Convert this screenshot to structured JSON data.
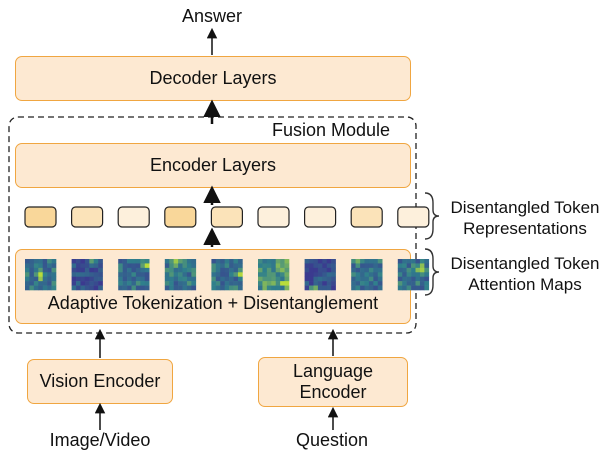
{
  "labels": {
    "answer": "Answer",
    "decoder_layers": "Decoder Layers",
    "fusion_module": "Fusion Module",
    "encoder_layers": "Encoder Layers",
    "token_representations": "Disentangled Token\nRepresentations",
    "attention_maps": "Disentangled Token\nAttention Maps",
    "adaptive_tokenization": "Adaptive Tokenization + Disentanglement",
    "vision_encoder": "Vision Encoder",
    "language_encoder": "Language\nEncoder",
    "image_video": "Image/Video",
    "question": "Question"
  },
  "colors": {
    "box_fill": "#fde9d2",
    "box_border": "#f0a641",
    "token_dark": "#f9d79a",
    "token_mid": "#fbe3b9",
    "token_light": "#fdf0dc",
    "map_low": "#3b3a8f",
    "map_mid": "#2f7f8c",
    "map_high": "#b9dc3a"
  },
  "tokens": [
    {
      "shade": "dark"
    },
    {
      "shade": "mid"
    },
    {
      "shade": "light"
    },
    {
      "shade": "dark"
    },
    {
      "shade": "mid"
    },
    {
      "shade": "light"
    },
    {
      "shade": "light"
    },
    {
      "shade": "mid"
    },
    {
      "shade": "light"
    }
  ],
  "attention_maps": [
    {
      "base": "mid"
    },
    {
      "base": "low"
    },
    {
      "base": "mid"
    },
    {
      "base": "mid"
    },
    {
      "base": "mid"
    },
    {
      "base": "high"
    },
    {
      "base": "low"
    },
    {
      "base": "mid"
    },
    {
      "base": "mid"
    }
  ]
}
